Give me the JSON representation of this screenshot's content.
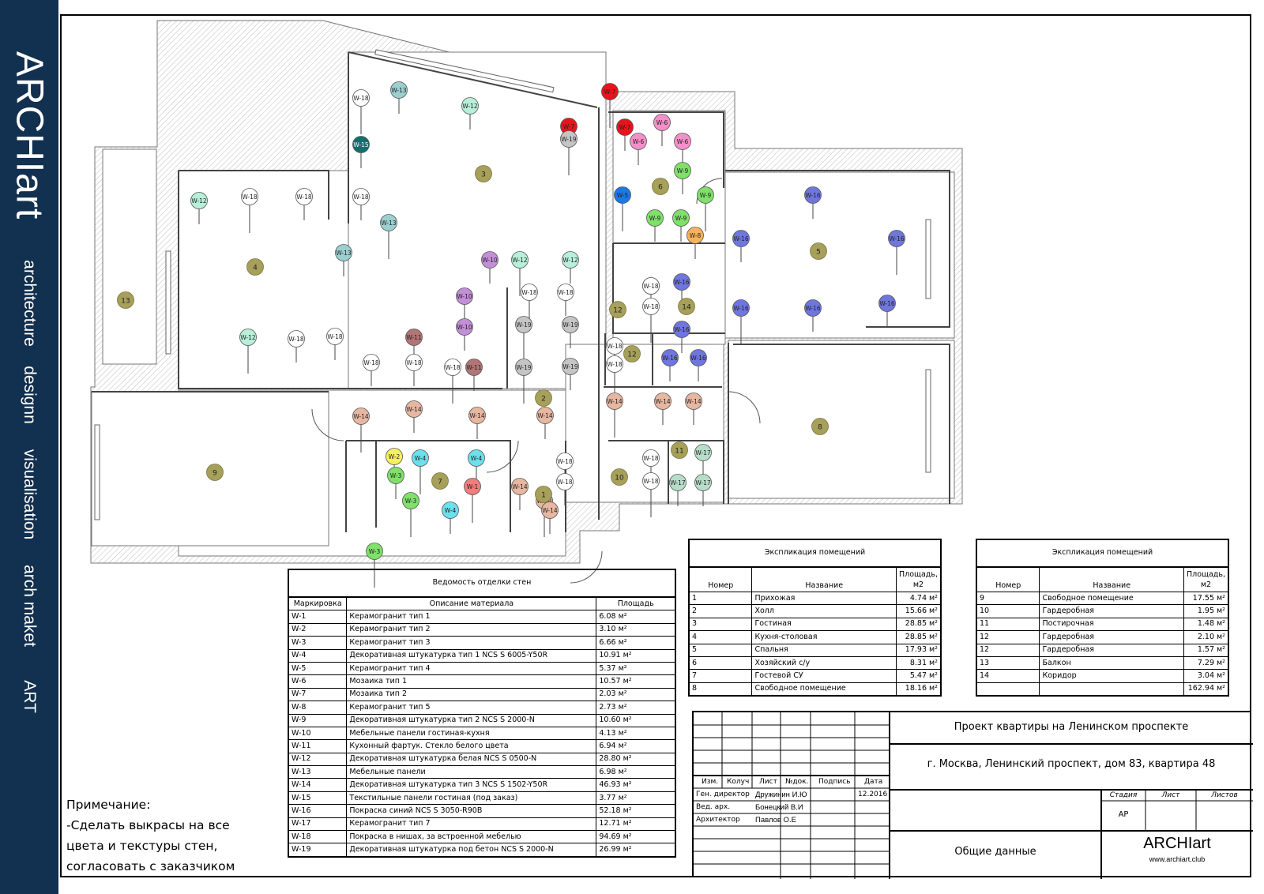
{
  "brand": {
    "logo": "ARCHIart",
    "services": [
      "architecture",
      "designn",
      "visualisation",
      "arch maket",
      "ART"
    ]
  },
  "colors": {
    "sidebar": "#12304f",
    "wall_hatch": "#bdbdbd",
    "room_marker": "#a6a05a"
  },
  "plan": {
    "rooms": [
      "1",
      "2",
      "3",
      "4",
      "5",
      "6",
      "7",
      "8",
      "9",
      "10",
      "11",
      "12",
      "12",
      "13",
      "14"
    ],
    "markers": [
      {
        "label": "W-18",
        "color": "#ffffff"
      },
      {
        "label": "W-13",
        "color": "#9ccfcf"
      },
      {
        "label": "W-12",
        "color": "#b7efdb"
      },
      {
        "label": "W-7",
        "color": "#e8141b"
      },
      {
        "label": "W-7",
        "color": "#e8141b"
      },
      {
        "label": "W-7",
        "color": "#e8141b"
      },
      {
        "label": "W-19",
        "color": "#c5c5c5"
      },
      {
        "label": "W-6",
        "color": "#f58fc9"
      },
      {
        "label": "W-6",
        "color": "#f58fc9"
      },
      {
        "label": "W-6",
        "color": "#f58fc9"
      },
      {
        "label": "W-15",
        "color": "#146e6e"
      },
      {
        "label": "W-9",
        "color": "#7fe06a"
      },
      {
        "label": "W-9",
        "color": "#7fe06a"
      },
      {
        "label": "W-9",
        "color": "#7fe06a"
      },
      {
        "label": "W-9",
        "color": "#7fe06a"
      },
      {
        "label": "W-5",
        "color": "#1b79e6"
      },
      {
        "label": "W-8",
        "color": "#f6b25e"
      },
      {
        "label": "W-12",
        "color": "#b7efdb"
      },
      {
        "label": "W-18",
        "color": "#ffffff"
      },
      {
        "label": "W-18",
        "color": "#ffffff"
      },
      {
        "label": "W-18",
        "color": "#ffffff"
      },
      {
        "label": "W-13",
        "color": "#9ccfcf"
      },
      {
        "label": "W-13",
        "color": "#9ccfcf"
      },
      {
        "label": "W-16",
        "color": "#6f76dd"
      },
      {
        "label": "W-16",
        "color": "#6f76dd"
      },
      {
        "label": "W-16",
        "color": "#6f76dd"
      },
      {
        "label": "W-10",
        "color": "#c48fd8"
      },
      {
        "label": "W-12",
        "color": "#b7efdb"
      },
      {
        "label": "W-12",
        "color": "#b7efdb"
      },
      {
        "label": "W-10",
        "color": "#c48fd8"
      },
      {
        "label": "W-18",
        "color": "#ffffff"
      },
      {
        "label": "W-18",
        "color": "#ffffff"
      },
      {
        "label": "W-10",
        "color": "#c48fd8"
      },
      {
        "label": "W-19",
        "color": "#c5c5c5"
      },
      {
        "label": "W-19",
        "color": "#c5c5c5"
      },
      {
        "label": "W-18",
        "color": "#ffffff"
      },
      {
        "label": "W-18",
        "color": "#ffffff"
      },
      {
        "label": "W-16",
        "color": "#6f76dd"
      },
      {
        "label": "W-18",
        "color": "#ffffff"
      },
      {
        "label": "W-16",
        "color": "#6f76dd"
      },
      {
        "label": "W-16",
        "color": "#6f76dd"
      },
      {
        "label": "W-16",
        "color": "#6f76dd"
      },
      {
        "label": "W-12",
        "color": "#b7efdb"
      },
      {
        "label": "W-18",
        "color": "#ffffff"
      },
      {
        "label": "W-18",
        "color": "#ffffff"
      },
      {
        "label": "W-11",
        "color": "#b27575"
      },
      {
        "label": "W-16",
        "color": "#6f76dd"
      },
      {
        "label": "W-18",
        "color": "#ffffff"
      },
      {
        "label": "W-18",
        "color": "#ffffff"
      },
      {
        "label": "W-18",
        "color": "#ffffff"
      },
      {
        "label": "W-11",
        "color": "#b27575"
      },
      {
        "label": "W-19",
        "color": "#c5c5c5"
      },
      {
        "label": "W-19",
        "color": "#c5c5c5"
      },
      {
        "label": "W-18",
        "color": "#ffffff"
      },
      {
        "label": "W-18",
        "color": "#ffffff"
      },
      {
        "label": "W-16",
        "color": "#6f76dd"
      },
      {
        "label": "W-16",
        "color": "#6f76dd"
      },
      {
        "label": "W-14",
        "color": "#e7b7a2"
      },
      {
        "label": "W-14",
        "color": "#e7b7a2"
      },
      {
        "label": "W-14",
        "color": "#e7b7a2"
      },
      {
        "label": "W-14",
        "color": "#e7b7a2"
      },
      {
        "label": "W-14",
        "color": "#e7b7a2"
      },
      {
        "label": "W-14",
        "color": "#e7b7a2"
      },
      {
        "label": "W-14",
        "color": "#e7b7a2"
      },
      {
        "label": "W-14",
        "color": "#e7b7a2"
      },
      {
        "label": "W-2",
        "color": "#f6f25c"
      },
      {
        "label": "W-4",
        "color": "#6ce0ec"
      },
      {
        "label": "W-4",
        "color": "#6ce0ec"
      },
      {
        "label": "W-18",
        "color": "#ffffff"
      },
      {
        "label": "W-18",
        "color": "#ffffff"
      },
      {
        "label": "W-17",
        "color": "#b7ddc9"
      },
      {
        "label": "W-3",
        "color": "#7fe06a"
      },
      {
        "label": "W-1",
        "color": "#f27d7d"
      },
      {
        "label": "W-14",
        "color": "#e7b7a2"
      },
      {
        "label": "W-18",
        "color": "#ffffff"
      },
      {
        "label": "W-18",
        "color": "#ffffff"
      },
      {
        "label": "W-17",
        "color": "#b7ddc9"
      },
      {
        "label": "W-17",
        "color": "#b7ddc9"
      },
      {
        "label": "W-3",
        "color": "#7fe06a"
      },
      {
        "label": "W-4",
        "color": "#6ce0ec"
      },
      {
        "label": "W-14",
        "color": "#e7b7a2"
      },
      {
        "label": "W-3",
        "color": "#7fe06a"
      }
    ]
  },
  "finishes": {
    "title": "Ведомость отделки стен",
    "headers": [
      "Маркировка",
      "Описание материала",
      "Площадь"
    ],
    "rows": [
      [
        "W-1",
        "Керамогранит тип 1",
        "6.08 м²"
      ],
      [
        "W-2",
        "Керамогранит тип 2",
        "3.10 м²"
      ],
      [
        "W-3",
        "Керамогранит тип 3",
        "6.66 м²"
      ],
      [
        "W-4",
        "Декоративная штукатурка тип 1  NCS S 6005-Y50R",
        "10.91 м²"
      ],
      [
        "W-5",
        "Керамогранит тип 4",
        "5.37 м²"
      ],
      [
        "W-6",
        "Мозаика тип 1",
        "10.57 м²"
      ],
      [
        "W-7",
        "Мозаика тип 2",
        "2.03 м²"
      ],
      [
        "W-8",
        "Керамогранит тип 5",
        "2.73 м²"
      ],
      [
        "W-9",
        "Декоративная штукатурка тип 2 NCS S 2000-N",
        "10.60 м²"
      ],
      [
        "W-10",
        "Мебельные панели гостиная-кухня",
        "4.13 м²"
      ],
      [
        "W-11",
        "Кухонный фартук. Стекло белого цвета",
        "6.94 м²"
      ],
      [
        "W-12",
        "Декоративная штукатурка белая NCS S 0500-N",
        "28.80 м²"
      ],
      [
        "W-13",
        "Мебельные панели",
        "6.98 м²"
      ],
      [
        "W-14",
        "Декоративная штукатурка тип 3 NCS S 1502-Y50R",
        "46.93 м²"
      ],
      [
        "W-15",
        "Текстильные панели гостиная (под заказ)",
        "3.77 м²"
      ],
      [
        "W-16",
        "Покраска синий NCS S 3050-R90B",
        "52.18 м²"
      ],
      [
        "W-17",
        "Керамогранит тип 7",
        "12.71 м²"
      ],
      [
        "W-18",
        "Покраска в нишах, за встроенной мебелью",
        "94.69 м²"
      ],
      [
        "W-19",
        "Декоративная штукатурка под бетон NCS S 2000-N",
        "26.99 м²"
      ]
    ]
  },
  "rooms1": {
    "title": "Экспликация помещений",
    "headers": [
      "Номер",
      "Название",
      "Площадь, м2"
    ],
    "rows": [
      [
        "1",
        "Прихожая",
        "4.74 м²"
      ],
      [
        "2",
        "Холл",
        "15.66 м²"
      ],
      [
        "3",
        "Гостиная",
        "28.85 м²"
      ],
      [
        "4",
        "Кухня-столовая",
        "28.85 м²"
      ],
      [
        "5",
        "Спальня",
        "17.93 м²"
      ],
      [
        "6",
        "Хозяйский с/у",
        "8.31 м²"
      ],
      [
        "7",
        "Гостевой СУ",
        "5.47 м²"
      ],
      [
        "8",
        "Свободное помещение",
        "18.16 м²"
      ]
    ]
  },
  "rooms2": {
    "title": "Экспликация помещений",
    "headers": [
      "Номер",
      "Название",
      "Площадь, м2"
    ],
    "rows": [
      [
        "9",
        "Свободное помещение",
        "17.55 м²"
      ],
      [
        "10",
        "Гардеробная",
        "1.95 м²"
      ],
      [
        "11",
        "Постирочная",
        "1.48 м²"
      ],
      [
        "12",
        "Гардеробная",
        "2.10 м²"
      ],
      [
        "12",
        "Гардеробная",
        "1.57 м²"
      ],
      [
        "13",
        "Балкон",
        "7.29 м²"
      ],
      [
        "14",
        "Коридор",
        "3.04 м²"
      ]
    ],
    "total": "162.94 м²"
  },
  "note": {
    "title": "Примечание:",
    "lines": [
      "-Сделать выкрасы на все",
      "цвета и текстуры стен,",
      "согласовать с заказчиком"
    ]
  },
  "stamp": {
    "project": "Проект квартиры на Ленинском проспекте",
    "address": "г. Москва, Ленинский проспект, дом 83, квартира 48",
    "sheet_title": "Общие данные",
    "col_headers": [
      "Изм.",
      "Колуч",
      "Лист",
      "№док.",
      "Подпись",
      "Дата"
    ],
    "roles": [
      "Ген. директор",
      "Вед. арх.",
      "Архитектор"
    ],
    "names": [
      "Дружинин И.Ю",
      "Бонецкий В.И",
      "Павлов О.Е"
    ],
    "date": "12.2016",
    "stage_headers": [
      "Стадия",
      "Лист",
      "Листов"
    ],
    "stage": "АР",
    "logo": "ARCHIart",
    "site": "www.archiart.club"
  }
}
